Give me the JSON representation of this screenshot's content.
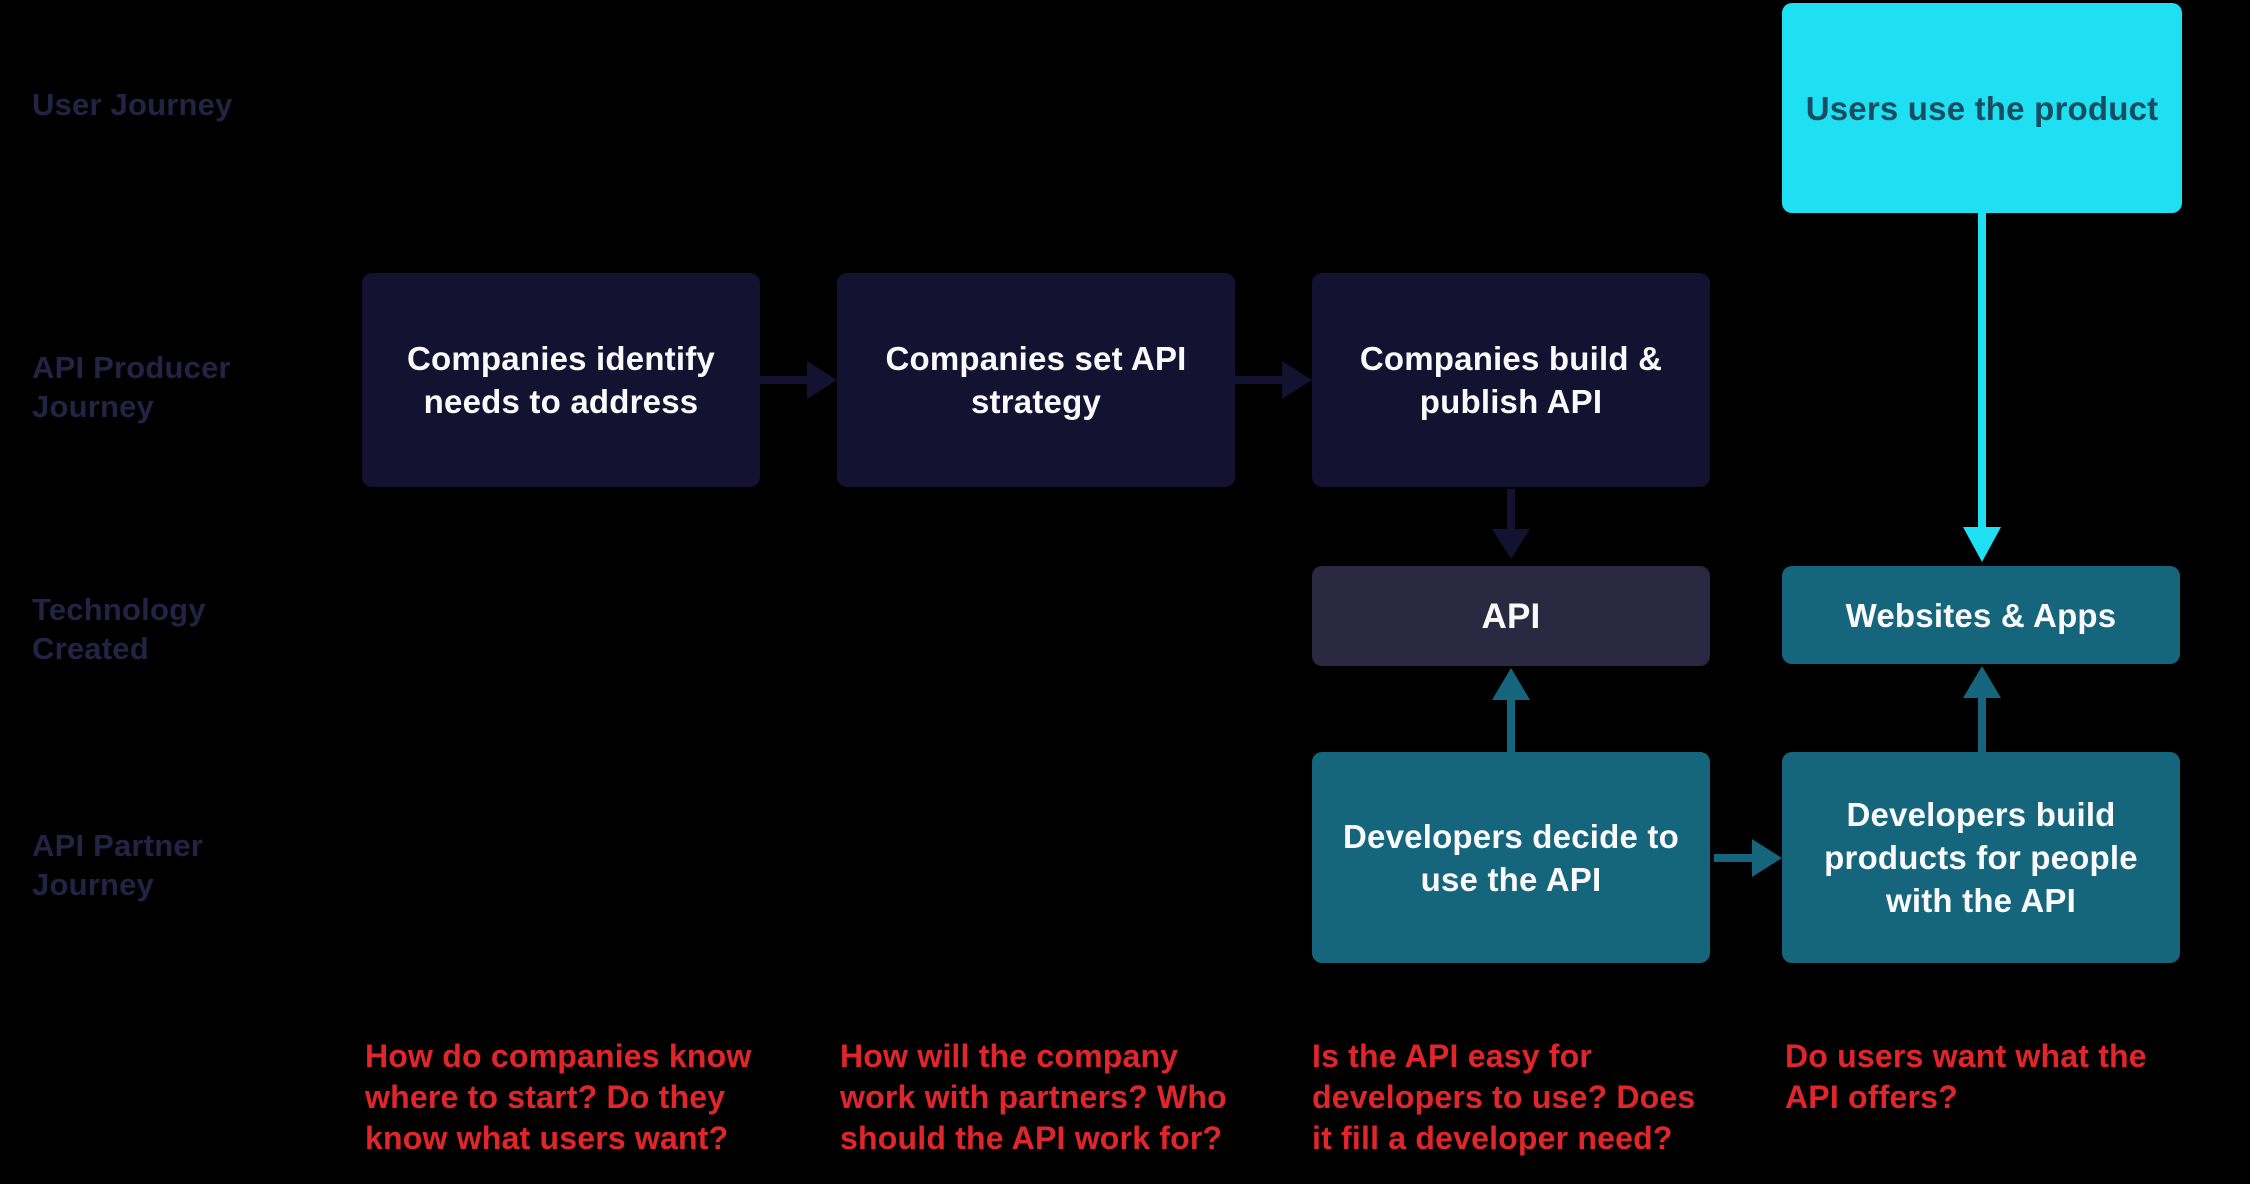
{
  "diagram": {
    "title": "API journeys diagram",
    "row_labels": [
      {
        "label": "User Journey"
      },
      {
        "label": "API Producer\nJourney"
      },
      {
        "label": "Technology\nCreated"
      },
      {
        "label": "API Partner\nJourney"
      }
    ],
    "boxes": {
      "users_use_product": {
        "label": "Users use the product"
      },
      "identify_needs": {
        "label": "Companies identify\nneeds to address"
      },
      "set_strategy": {
        "label": "Companies set API\nstrategy"
      },
      "build_publish": {
        "label": "Companies build &\npublish API"
      },
      "api": {
        "label": "API"
      },
      "websites_apps": {
        "label": "Websites & Apps"
      },
      "developers_decide": {
        "label": "Developers decide to\nuse the API"
      },
      "developers_build": {
        "label": "Developers build\nproducts for people\nwith the API"
      }
    },
    "questions": [
      {
        "text": "How do companies know\nwhere to start? Do they\nknow what users want?"
      },
      {
        "text": "How will the company\nwork with partners? Who\nshould the API work for?"
      },
      {
        "text": "Is the API easy for\ndevelopers to use? Does\nit fill a developer need?"
      },
      {
        "text": "Do users want what the\nAPI offers?"
      }
    ]
  },
  "colors": {
    "bg": "#000000",
    "navy_box": "#131230",
    "api_box": "#2B2842",
    "teal_box": "#15667C",
    "cyan_box": "#1FDFF2",
    "cyan_box_text": "#184C5F",
    "box_text": "#FAFAFC",
    "label_text": "#232343",
    "question_text": "#E0262B",
    "navy_arrow": "#131230",
    "teal_arrow": "#15667C",
    "cyan_arrow": "#1FDFF2"
  }
}
